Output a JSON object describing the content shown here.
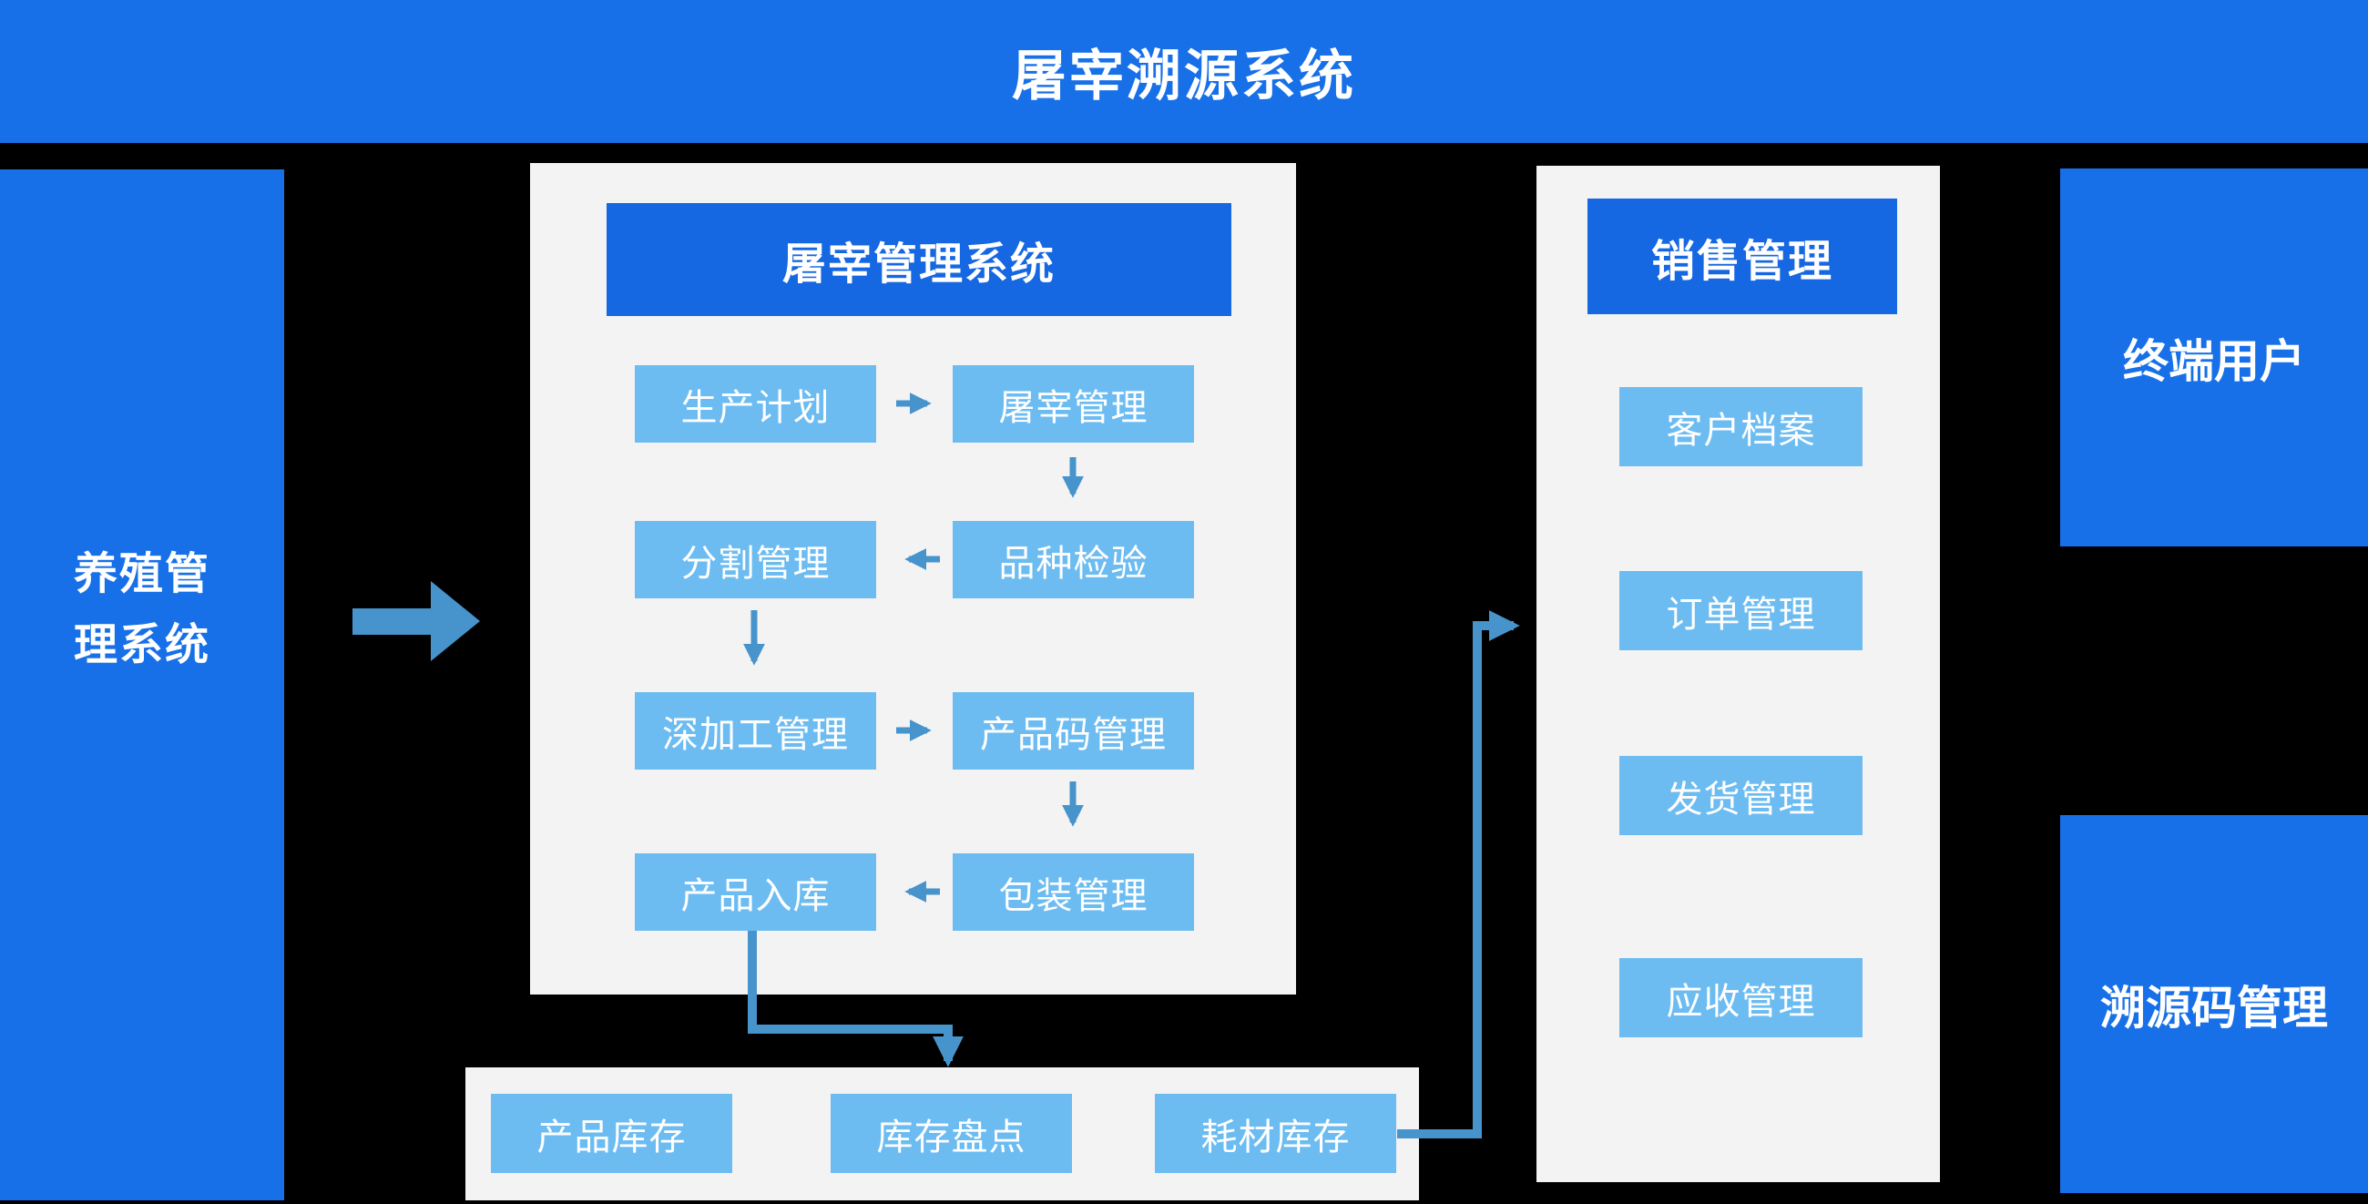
{
  "page": {
    "title": "屠宰溯源系统"
  },
  "colors": {
    "banner_blue": "#1770E8",
    "header_blue": "#1667E2",
    "light_blue_box": "#6CBCF2",
    "arrow_blue": "#4793CB",
    "panel_gray": "#F3F3F4",
    "page_background": "#000000",
    "text_white": "#FFFFFF"
  },
  "farming_system": {
    "line1": "养殖管",
    "line2": "理系统"
  },
  "slaughter_system": {
    "header": "屠宰管理系统",
    "production_plan": "生产计划",
    "slaughter_mgmt": "屠宰管理",
    "cutting_mgmt": "分割管理",
    "breed_inspection": "品种检验",
    "deep_processing": "深加工管理",
    "product_code_mgmt": "产品码管理",
    "product_inbound": "产品入库",
    "packaging_mgmt": "包装管理"
  },
  "inventory": {
    "product_stock": "产品库存",
    "stock_check": "库存盘点",
    "consumable_stock": "耗材库存"
  },
  "sales": {
    "header": "销售管理",
    "customer_files": "客户档案",
    "order_mgmt": "订单管理",
    "shipping_mgmt": "发货管理",
    "receivable_mgmt": "应收管理"
  },
  "terminal_user": "终端用户",
  "trace_code_mgmt": "溯源码管理",
  "connections": [
    {
      "from": "养殖管理系统",
      "to": "屠宰管理系统"
    },
    {
      "from": "生产计划",
      "to": "屠宰管理"
    },
    {
      "from": "屠宰管理",
      "to": "品种检验"
    },
    {
      "from": "品种检验",
      "to": "分割管理"
    },
    {
      "from": "分割管理",
      "to": "深加工管理"
    },
    {
      "from": "深加工管理",
      "to": "产品码管理"
    },
    {
      "from": "产品码管理",
      "to": "包装管理"
    },
    {
      "from": "包装管理",
      "to": "产品入库"
    },
    {
      "from": "产品入库",
      "to": "库存盘点"
    },
    {
      "from": "耗材库存",
      "to": "销售管理"
    }
  ]
}
